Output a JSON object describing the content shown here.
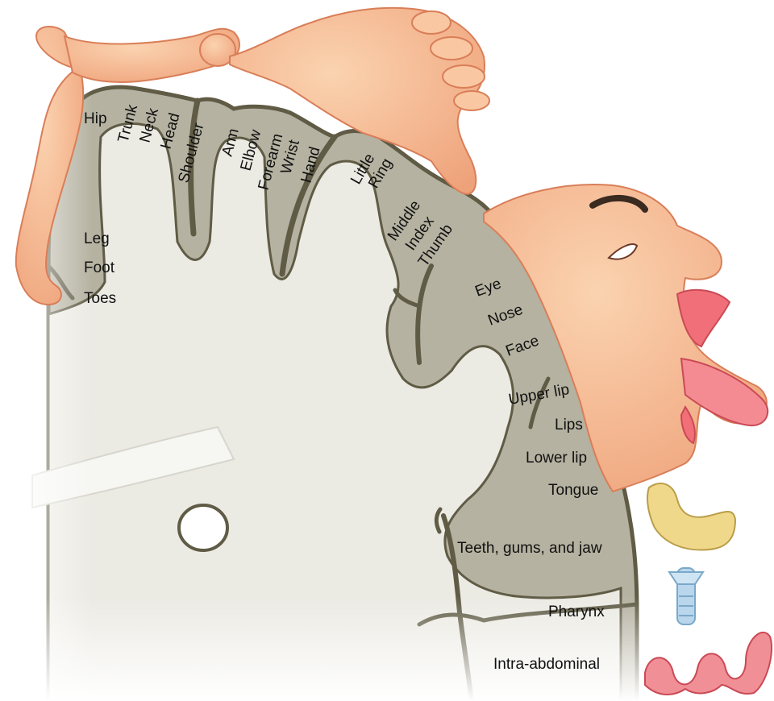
{
  "colors": {
    "cortex_gray": "#b5b2a1",
    "white_matter": "#ebeae3",
    "sulcus": "#5f5b45",
    "skin": "#f7bd93",
    "skin_shadow": "#e4926a",
    "lips_tongue": "#f06f78",
    "jaw_bone": "#f0d88a",
    "trachea": "#b9d6ec",
    "intestine": "#f08f96"
  },
  "labels": {
    "hip": "Hip",
    "trunk": "Trunk",
    "neck": "Neck",
    "head": "Head",
    "shoulder": "Shoulder",
    "arm": "Arm",
    "elbow": "Elbow",
    "forearm": "Forearm",
    "wrist": "Wrist",
    "hand": "Hand",
    "little": "Little",
    "ring": "Ring",
    "middle": "Middle",
    "index": "Index",
    "thumb": "Thumb",
    "leg": "Leg",
    "foot": "Foot",
    "toes": "Toes",
    "eye": "Eye",
    "nose": "Nose",
    "face": "Face",
    "upper_lip": "Upper lip",
    "lips": "Lips",
    "lower_lip": "Lower lip",
    "tongue": "Tongue",
    "teeth_gums_jaw": "Teeth, gums, and jaw",
    "pharynx": "Pharynx",
    "intra_abdominal": "Intra-abdominal"
  }
}
